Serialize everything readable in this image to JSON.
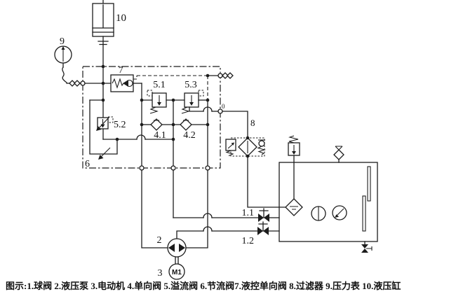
{
  "diagram": {
    "title_hint": "hydraulic circuit schematic",
    "caption": "图示:1.球阀 2.液压泵 3.电动机 4.单向阀 5.溢流阀 6.节流阀7.液控单向阀 8.过滤器 9.压力表 10.液压缸",
    "labels": {
      "cylinder": "10",
      "pressure_gauge": "9",
      "pilot_check_valve": "7",
      "relief_valve_1": "5.1",
      "relief_valve_2": "5.2",
      "relief_valve_3": "5.3",
      "check_valve_1": "4.1",
      "check_valve_2": "4.2",
      "throttle_valve": "6",
      "filter": "8",
      "port_zero": "0",
      "ball_valve_1": "1.1",
      "ball_valve_2": "1.2",
      "pump": "2",
      "motor": "3",
      "motor_text": "M1"
    },
    "colors": {
      "line": "#1c1c1c",
      "background": "#ffffff"
    }
  }
}
